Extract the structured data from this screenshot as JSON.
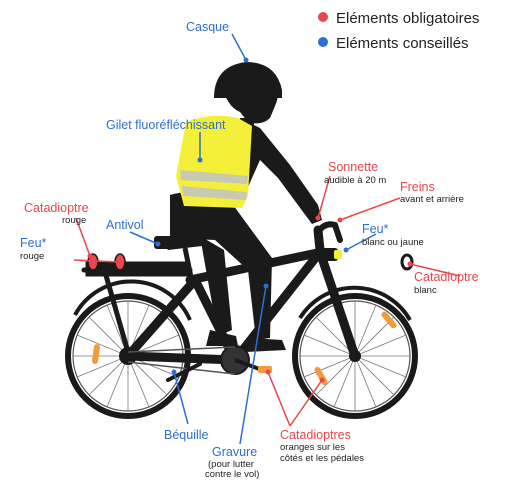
{
  "colors": {
    "mandatory": "#e8474d",
    "recommended": "#2d6fd1",
    "vest": "#f4f03a",
    "reflector_orange": "#f39a3b",
    "bike": "#1a1a1a"
  },
  "legend": [
    {
      "label": "Eléments obligatoires",
      "color": "#e8474d"
    },
    {
      "label": "Eléments conseillés",
      "color": "#2d6fd1"
    }
  ],
  "labels": {
    "casque": "Casque",
    "gilet": "Gilet fluoréfléchissant",
    "sonnette": "Sonnette",
    "sonnette_sub": "audible à 20 m",
    "freins": "Freins",
    "freins_sub": "avant et arrière",
    "catadioptre_arriere": "Catadioptre",
    "catadioptre_arriere_sub": "rouge",
    "antivol": "Antivol",
    "feu_arriere": "Feu*",
    "feu_arriere_sub": "rouge",
    "feu_avant": "Feu*",
    "feu_avant_sub": "blanc ou jaune",
    "catadioptre_avant": "Catadioptre",
    "catadioptre_avant_sub": "blanc",
    "bequille": "Béquille",
    "gravure": "Gravure",
    "gravure_sub1": "(pour lutter",
    "gravure_sub2": "contre le vol)",
    "catadioptres": "Catadioptres",
    "catadioptres_sub1": "oranges sur les",
    "catadioptres_sub2": "côtés et les pédales"
  }
}
